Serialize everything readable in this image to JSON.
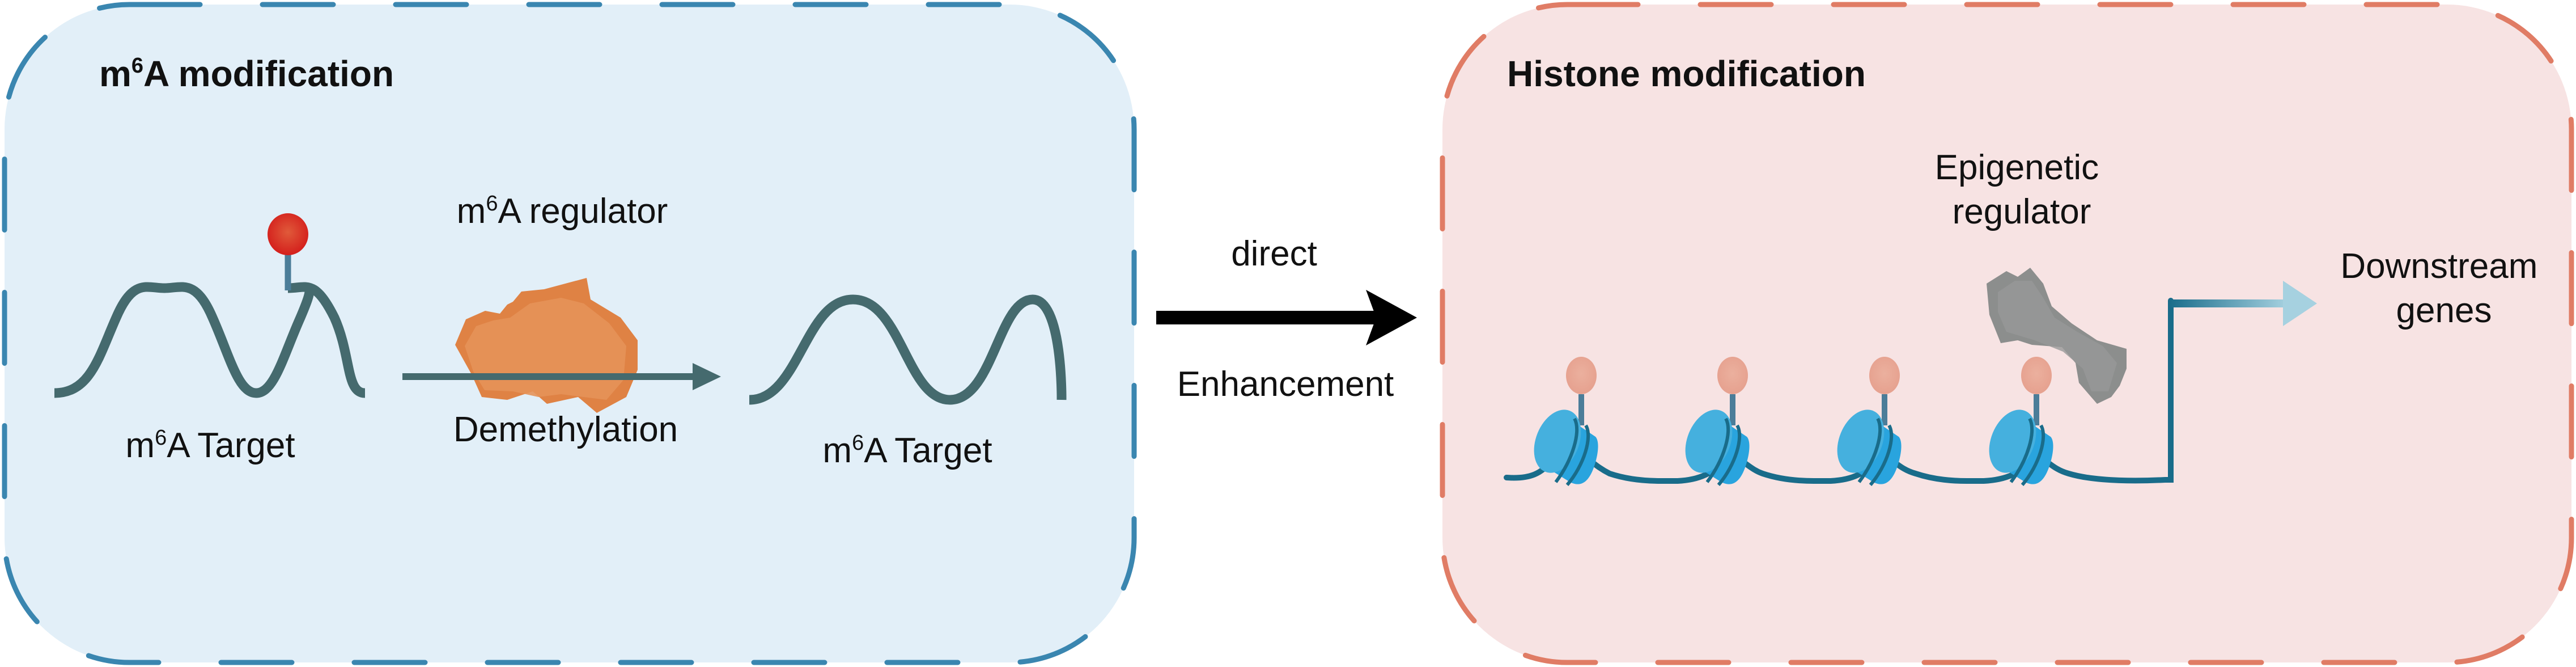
{
  "left_panel": {
    "title_prefix": "m",
    "title_sup": "6",
    "title_suffix": "A modification",
    "regulator_prefix": "m",
    "regulator_sup": "6",
    "regulator_suffix": "A regulator",
    "process_label": "Demethylation",
    "target_before_prefix": "m",
    "target_before_sup": "6",
    "target_before_suffix": "A Target",
    "target_after_prefix": "m",
    "target_after_sup": "6",
    "target_after_suffix": "A Target"
  },
  "connector": {
    "top_label": "direct",
    "bottom_label": "Enhancement"
  },
  "right_panel": {
    "title": "Histone modification",
    "regulator_line1": "Epigenetic",
    "regulator_line2": "regulator",
    "output_line1": "Downstream",
    "output_line2": "genes",
    "nucleosome_count": 4
  },
  "colors": {
    "left_fill": "#e2eff8",
    "left_border": "#3a86b0",
    "right_fill": "#f7e3e3",
    "right_border": "#e07c65",
    "rna_strand": "#456a6e",
    "methyl_mark": "#d9312a",
    "m6a_regulator": "#e38a4a",
    "histone_mark": "#e8a794",
    "nucleosome": "#2ba6df",
    "dna": "#196c8a",
    "epigenetic_regulator": "#8e908f",
    "main_arrow": "#000000"
  }
}
